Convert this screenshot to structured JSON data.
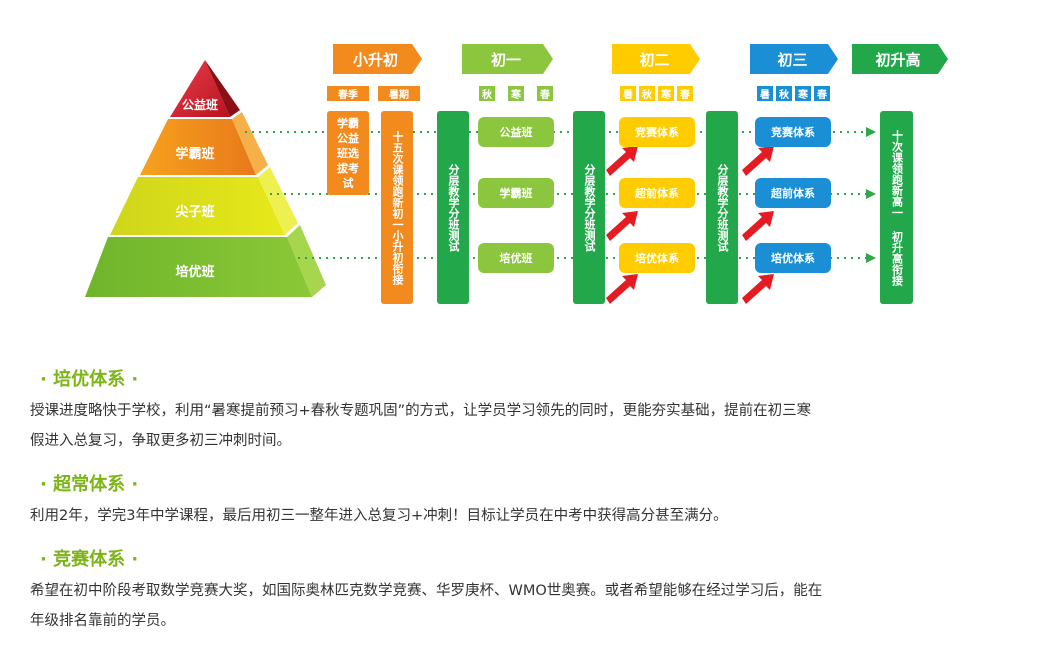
{
  "pyramid": {
    "levels": [
      "公益班",
      "学霸班",
      "尖子班",
      "培优班"
    ]
  },
  "stages": [
    {
      "label": "小升初",
      "color": "#f28a1e"
    },
    {
      "label": "初一",
      "color": "#8cc63f"
    },
    {
      "label": "初二",
      "color": "#ffcc00"
    },
    {
      "label": "初三",
      "color": "#1a8fd6"
    },
    {
      "label": "初升高",
      "color": "#22a84a"
    }
  ],
  "season_tags": {
    "xsc": [
      "春季",
      "暑期"
    ],
    "c1": [
      "秋",
      "寒",
      "春"
    ],
    "c2": [
      "暑",
      "秋",
      "寒",
      "春"
    ],
    "c3": [
      "暑",
      "秋",
      "寒",
      "春"
    ]
  },
  "columns": {
    "xsc_spring": "学霸公益班选拔考试",
    "xsc_summer": "十五次课领跑新初一小升初衔接",
    "test1": "分层教学分班测试",
    "test2": "分层教学分班测试",
    "test3": "分层教学分班测试",
    "final": "十次课领跑新高一 初升高衔接"
  },
  "c1_boxes": [
    "公益班",
    "学霸班",
    "培优班"
  ],
  "c2_boxes": [
    "竞赛体系",
    "超前体系",
    "培优体系"
  ],
  "c3_boxes": [
    "竞赛体系",
    "超前体系",
    "培优体系"
  ],
  "sections": [
    {
      "title": "· 培优体系 ·",
      "lines": [
        "授课进度略快于学校，利用“暑寒提前预习+春秋专题巩固”的方式，让学员学习领先的同时，更能夯实基础，提前在初三寒",
        "假进入总复习，争取更多初三冲刺时间。"
      ]
    },
    {
      "title": "· 超常体系 ·",
      "lines": [
        "利用2年，学完3年中学课程，最后用初三一整年进入总复习+冲刺！目标让学员在中考中获得高分甚至满分。"
      ]
    },
    {
      "title": "· 竞赛体系 ·",
      "lines": [
        "希望在初中阶段考取数学竞赛大奖，如国际奥林匹克数学竞赛、华罗庚杯、WMO世奥赛。或者希望能够在经过学习后，能在",
        "年级排名靠前的学员。"
      ]
    }
  ]
}
